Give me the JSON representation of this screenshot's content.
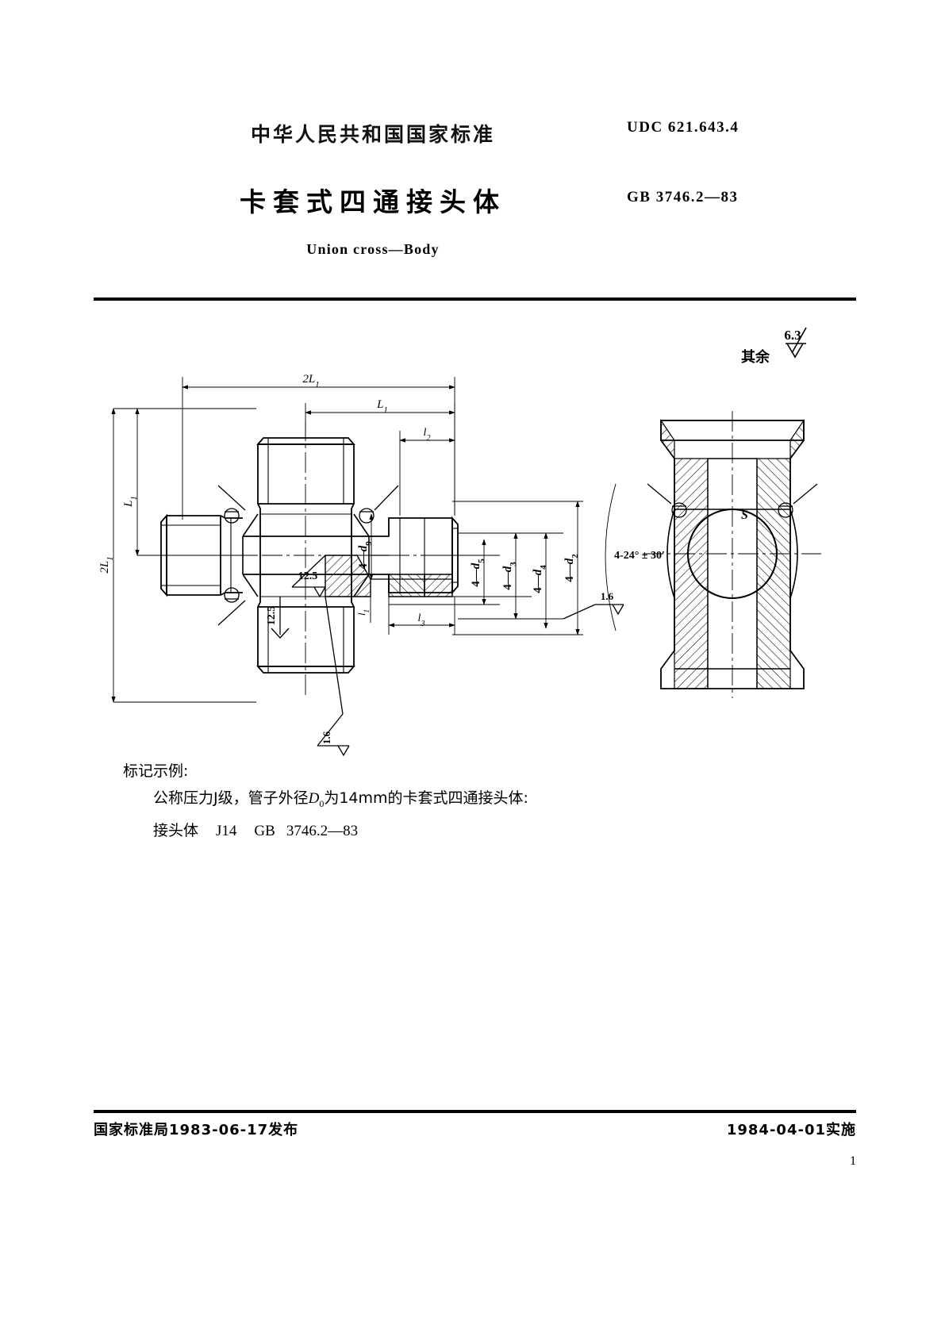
{
  "header": {
    "national_standard": "中华人民共和国国家标准",
    "title_cn": "卡套式四通接头体",
    "title_en": "Union cross—Body",
    "udc": "UDC  621.643.4",
    "standard_no": "GB  3746.2—83"
  },
  "drawing": {
    "surface_note_label": "其余",
    "surface_note_value": "6.3",
    "dimensions": {
      "two_L1_top": "2L₁",
      "L1_top": "L₁",
      "l2": "l₂",
      "L1_left": "L₁",
      "two_L1_left": "2L₁",
      "l1_inner": "l₁",
      "l3": "l₃",
      "d9": "4—d₉",
      "d5": "4—d₅",
      "d3": "4—d₃",
      "d4": "4—d₄",
      "d2": "4—d₂",
      "angle": "4-24° ± 30′",
      "S": "S"
    },
    "roughness": {
      "r125_a": "12.5",
      "r125_b": "12.5",
      "r16_a": "1.6",
      "r16_b": "1.6"
    }
  },
  "marking": {
    "heading": "标记示例:",
    "line2_a": "公称压力J级，管子外径",
    "line2_sym": "D",
    "line2_sub": "0",
    "line2_b": "为14mm的卡套式四通接头体:",
    "line3_a": "接头体",
    "line3_code": "J14",
    "line3_gb": "GB",
    "line3_no": "3746.2—83"
  },
  "footer": {
    "issued": "国家标准局1983-06-17发布",
    "effective": "1984-04-01实施",
    "page": "1"
  }
}
